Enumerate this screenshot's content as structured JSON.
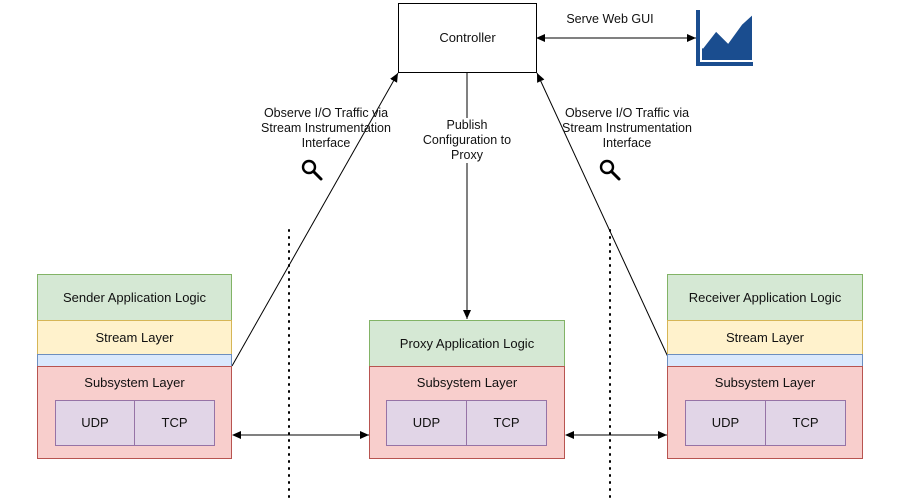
{
  "controller": {
    "label": "Controller"
  },
  "web_gui": {
    "label": "Serve Web GUI",
    "icon": "chart-icon"
  },
  "observe_left": {
    "line1": "Observe I/O Traffic via",
    "line2": "Stream Instrumentation",
    "line3": "Interface",
    "icon": "magnifier-icon"
  },
  "observe_right": {
    "line1": "Observe I/O Traffic via",
    "line2": "Stream Instrumentation",
    "line3": "Interface",
    "icon": "magnifier-icon"
  },
  "publish": {
    "line1": "Publish",
    "line2": "Configuration to",
    "line3": "Proxy"
  },
  "sender": {
    "app_logic": "Sender Application Logic",
    "stream_layer": "Stream Layer",
    "subsystem_layer": "Subsystem Layer",
    "udp": "UDP",
    "tcp": "TCP"
  },
  "proxy": {
    "app_logic": "Proxy Application Logic",
    "subsystem_layer": "Subsystem Layer",
    "udp": "UDP",
    "tcp": "TCP"
  },
  "receiver": {
    "app_logic": "Receiver Application Logic",
    "stream_layer": "Stream Layer",
    "subsystem_layer": "Subsystem Layer",
    "udp": "UDP",
    "tcp": "TCP"
  },
  "colors": {
    "app_logic_fill": "#d5e8d4",
    "stream_fill": "#fff2cc",
    "thin_layer_fill": "#dae8fc",
    "subsystem_fill": "#f8cecc",
    "protocol_fill": "#e1d5e7",
    "icon_blue": "#1a4d8f"
  }
}
